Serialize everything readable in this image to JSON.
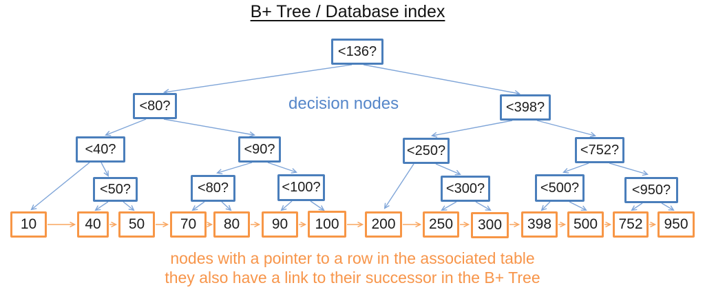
{
  "title": "B+ Tree / Database index",
  "annotations": {
    "decision_label": "decision nodes",
    "caption_line1": "nodes with a pointer to a row in the associated table",
    "caption_line2": "they also have a link to their successor in the B+ Tree"
  },
  "decision_nodes": {
    "root": "<136?",
    "l2_80": "<80?",
    "l2_398": "<398?",
    "l3_40": "<40?",
    "l3_90": "<90?",
    "l3_250": "<250?",
    "l3_752": "<752?",
    "l4_50": "<50?",
    "l4_80": "<80?",
    "l4_100": "<100?",
    "l4_300": "<300?",
    "l4_500": "<500?",
    "l4_950": "<950?"
  },
  "leaf_nodes": [
    "10",
    "40",
    "50",
    "70",
    "80",
    "90",
    "100",
    "200",
    "250",
    "300",
    "398",
    "500",
    "752",
    "950"
  ],
  "colors": {
    "decision_border": "#4A7EBB",
    "decision_edge": "#7FA5D8",
    "leaf_border": "#F79646",
    "leaf_edge": "#F9A55F",
    "decision_label_text": "#5586C9",
    "caption_text": "#F7954A",
    "node_text": "#1c1c1c",
    "title_text": "#111111"
  }
}
